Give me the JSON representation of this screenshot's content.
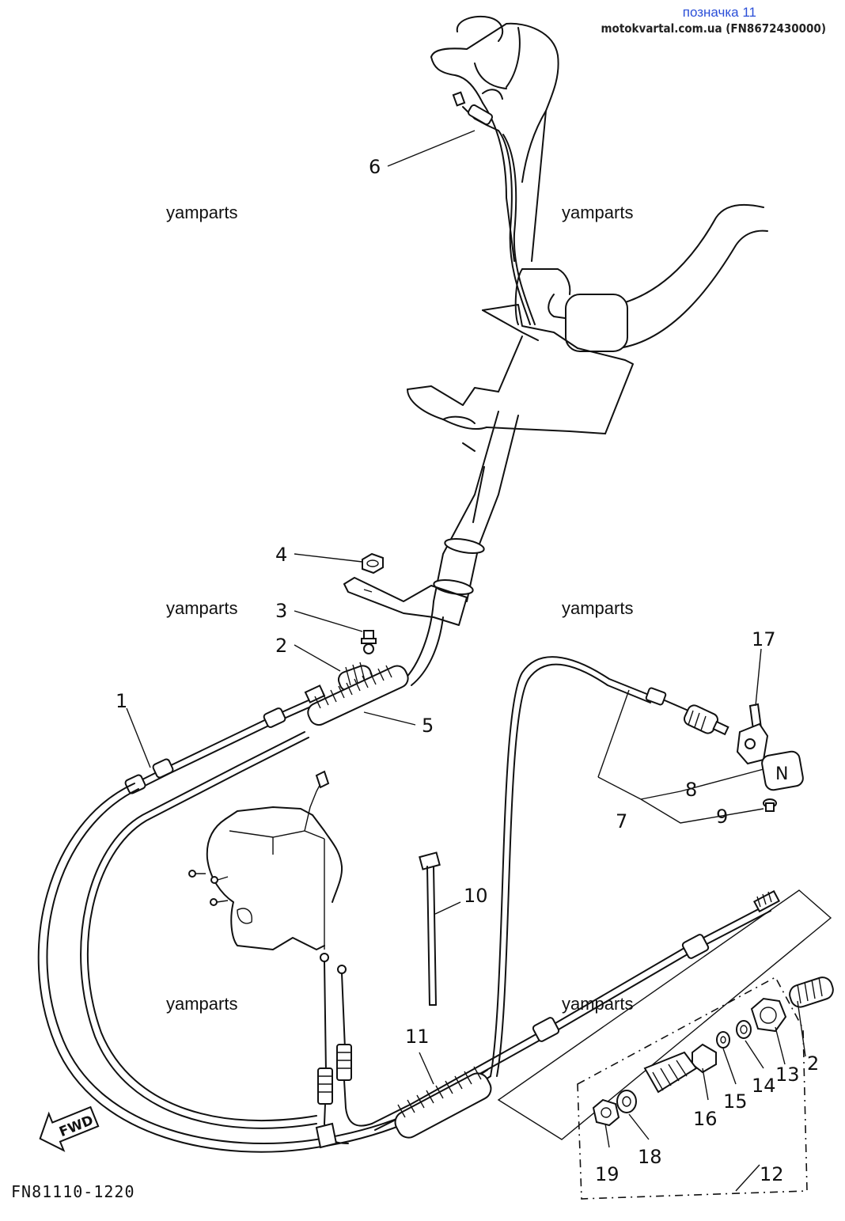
{
  "header": {
    "title": "позначка 11",
    "source": "motokvartal.com.ua (FN8672430000)"
  },
  "watermarks": [
    "yamparts",
    "yamparts",
    "yamparts",
    "yamparts",
    "yamparts",
    "yamparts"
  ],
  "diagram_code": "FN81110-1220",
  "direction_label": "FWD",
  "neutral_label": "N",
  "callouts": [
    {
      "id": "c1",
      "label": "1"
    },
    {
      "id": "c2a",
      "label": "2"
    },
    {
      "id": "c2b",
      "label": "2"
    },
    {
      "id": "c3",
      "label": "3"
    },
    {
      "id": "c4",
      "label": "4"
    },
    {
      "id": "c5",
      "label": "5"
    },
    {
      "id": "c6",
      "label": "6"
    },
    {
      "id": "c7",
      "label": "7"
    },
    {
      "id": "c8",
      "label": "8"
    },
    {
      "id": "c9",
      "label": "9"
    },
    {
      "id": "c10",
      "label": "10"
    },
    {
      "id": "c11",
      "label": "11"
    },
    {
      "id": "c12",
      "label": "12"
    },
    {
      "id": "c13",
      "label": "13"
    },
    {
      "id": "c14",
      "label": "14"
    },
    {
      "id": "c15",
      "label": "15"
    },
    {
      "id": "c16",
      "label": "16"
    },
    {
      "id": "c17",
      "label": "17"
    },
    {
      "id": "c18",
      "label": "18"
    },
    {
      "id": "c19",
      "label": "19"
    }
  ]
}
